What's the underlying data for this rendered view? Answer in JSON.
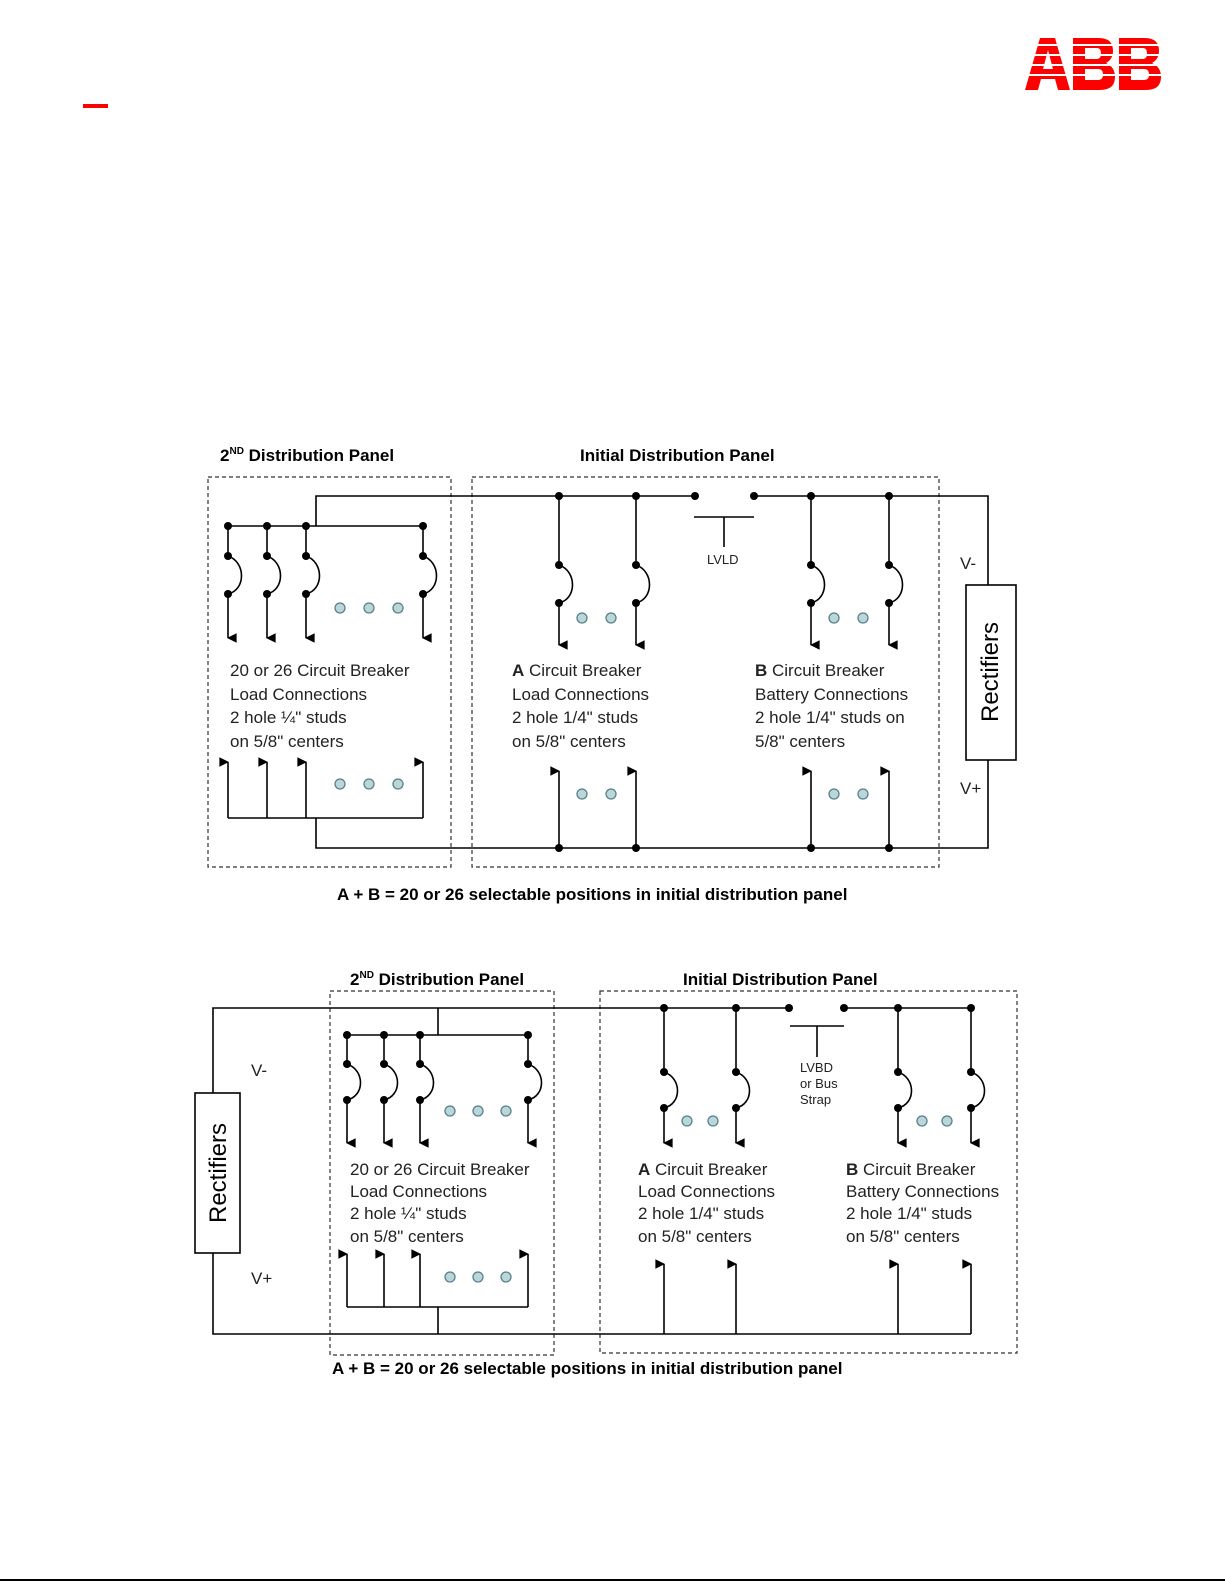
{
  "brand": {
    "logo_text": "ABB",
    "accent_color": "#ff0000"
  },
  "diagram_top": {
    "panel2_title": "2",
    "panel2_title_sup": "ND",
    "panel2_title_rest": " Distribution Panel",
    "initial_title": "Initial Distribution Panel",
    "lvld_label": "LVLD",
    "vminus": "V-",
    "vplus": "V+",
    "rectifiers": "Rectifiers",
    "panel2_text": [
      "20 or 26 Circuit Breaker",
      "Load Connections",
      "2 hole ¼\"  studs",
      "on 5/8\" centers"
    ],
    "a_bold": "A",
    "a_text": [
      " Circuit Breaker",
      "Load Connections",
      "2 hole 1/4\"  studs",
      "on 5/8\" centers"
    ],
    "b_bold": "B",
    "b_text": [
      " Circuit Breaker",
      "Battery Connections",
      "2 hole 1/4\" studs on",
      "5/8\" centers"
    ],
    "caption": "A + B = 20 or 26 selectable positions in initial distribution panel"
  },
  "diagram_bottom": {
    "panel2_title": "2",
    "panel2_title_sup": "ND",
    "panel2_title_rest": " Distribution Panel",
    "initial_title": "Initial Distribution Panel",
    "lvbd_label": [
      "LVBD",
      "or Bus",
      "Strap"
    ],
    "vminus": "V-",
    "vplus": "V+",
    "rectifiers": "Rectifiers",
    "panel2_text": [
      "20 or 26 Circuit Breaker",
      "Load Connections",
      "2 hole ¼\"  studs",
      "on 5/8\" centers"
    ],
    "a_bold": "A",
    "a_text": [
      " Circuit Breaker",
      "Load Connections",
      "2 hole 1/4\"  studs",
      "on 5/8\" centers"
    ],
    "b_bold": "B",
    "b_text": [
      " Circuit Breaker",
      "Battery Connections",
      "2 hole 1/4\" studs",
      "on 5/8\" centers"
    ],
    "caption": "A + B = 20 or 26 selectable positions in initial distribution panel"
  }
}
